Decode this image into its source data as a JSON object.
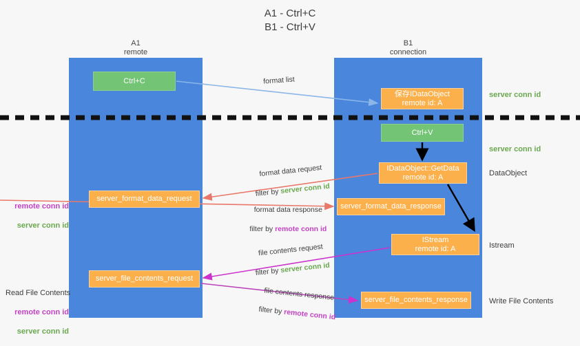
{
  "title": "A1 - Ctrl+C\nB1 - Ctrl+V",
  "lanes": {
    "left": {
      "name": "A1",
      "sub": "remote",
      "header": "A1\nremote"
    },
    "right": {
      "name": "B1",
      "sub": "connection",
      "header": "B1\nconnection"
    }
  },
  "colors": {
    "lane": "#4a86dc",
    "green_box": "#74c476",
    "orange_box": "#fbb04c",
    "server_conn": "#6aa84f",
    "remote_conn": "#c343c3",
    "text": "#3c3c3c",
    "arrow_red": "#e8786a",
    "arrow_blue": "#8ab6e8",
    "arrow_magenta": "#cc33cc",
    "arrow_black": "#000000",
    "background": "#f7f7f7"
  },
  "boxes": {
    "ctrl_c": "Ctrl+C",
    "idataobject": "保存IDataObject\nremote id: A",
    "ctrl_v": "Ctrl+V",
    "getdata": "IDataObject::GetData\nremote id: A",
    "format_data_response": "server_format_data_response",
    "istream": "IStream\nremote id: A",
    "file_contents_response": "server_file_contents_response",
    "format_data_request": "server_format_data_request",
    "file_contents_request": "server_file_contents_request"
  },
  "annotations": {
    "server_conn_top": "server conn id",
    "server_conn_mid": "server conn id",
    "dataobject": "DataObject",
    "istream": "Istream",
    "write_file_contents": "Write File Contents",
    "read_file_contents": "Read File Contents",
    "remote_conn_id": "remote conn id",
    "server_conn_id": "server conn id"
  },
  "arrow_labels": {
    "format_list": "format list",
    "format_data_request": "format data request",
    "format_data_request_filter_prefix": "filter by ",
    "format_data_request_filter_key": "server conn id",
    "format_data_response": "format data response",
    "format_data_response_filter_prefix": "filter by ",
    "format_data_response_filter_key": "remote conn id",
    "file_contents_request": "file contents request",
    "file_contents_request_filter_prefix": "filter by ",
    "file_contents_request_filter_key": "server conn id",
    "file_contents_response": "file contents response",
    "file_contents_response_filter_prefix": "filter by ",
    "file_contents_response_filter_key": "remote conn id"
  }
}
